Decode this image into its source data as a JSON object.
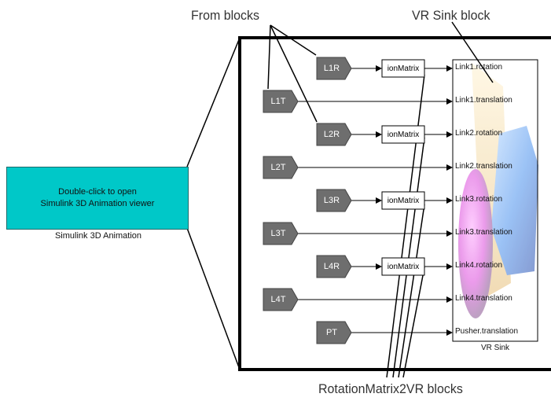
{
  "annotations": {
    "from_blocks": "From blocks",
    "vr_sink_block": "VR Sink block",
    "rotation_blocks": "RotationMatrix2VR blocks"
  },
  "animation_block": {
    "line1": "Double-click to open",
    "line2": "Simulink 3D Animation viewer",
    "caption": "Simulink 3D Animation",
    "color": "#00c8c8"
  },
  "from_blocks": [
    {
      "label": "L1R"
    },
    {
      "label": "L1T"
    },
    {
      "label": "L2R"
    },
    {
      "label": "L2T"
    },
    {
      "label": "L3R"
    },
    {
      "label": "L3T"
    },
    {
      "label": "L4R"
    },
    {
      "label": "L4T"
    },
    {
      "label": "PT"
    }
  ],
  "rotation_blocks": [
    {
      "label": "ionMatrix"
    },
    {
      "label": "ionMatrix"
    },
    {
      "label": "ionMatrix"
    },
    {
      "label": "ionMatrix"
    }
  ],
  "vr_sink": {
    "caption": "VR Sink",
    "ports": [
      "Link1.rotation",
      "Link1.translation",
      "Link2.rotation",
      "Link2.translation",
      "Link3.rotation",
      "Link3.translation",
      "Link4.rotation",
      "Link4.translation",
      "Pusher.translation"
    ]
  },
  "colors": {
    "from_block": "#6e6e6e",
    "line": "#000000"
  }
}
